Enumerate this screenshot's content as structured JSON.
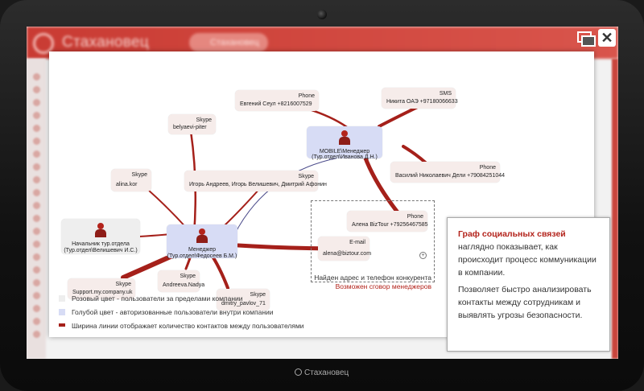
{
  "app": {
    "logo_text": "Стахановец",
    "pill_text": "Стахановец",
    "brand_footer": "Стахановец"
  },
  "window": {
    "close_label": "✕"
  },
  "nodes": {
    "phone_evgeny": {
      "type": "Phone",
      "value": "Евгений Сеул +8216007529"
    },
    "sms_nikita": {
      "type": "SMS",
      "value": "Никита ОАЭ +97180066633"
    },
    "skype_belyaev": {
      "type": "Skype",
      "value": "belyaevi-piter"
    },
    "mobile_manager": {
      "line1": "MOBILE\\Менеджер",
      "line2": "(Тур.отдел\\Иванова Д.Н.)"
    },
    "phone_vasily": {
      "type": "Phone",
      "value": "Василий Николаевич Дели +79084251044"
    },
    "skype_alina": {
      "type": "Skype",
      "value": "alina.kor"
    },
    "skype_igor": {
      "type": "Skype",
      "value": "Игорь Андреев, Игорь Велишевич, Дмитрий Афонин"
    },
    "phone_alena": {
      "type": "Phone",
      "value": "Алена BizTour +79256467585"
    },
    "chief": {
      "line1": "Начальник тур.отдела",
      "line2": "(Тур.отдел\\Велишевич И.С.)"
    },
    "manager": {
      "line1": "Менеджер",
      "line2": "(Тур.отдел\\Федосеев Б.М.)"
    },
    "email_alena": {
      "type": "E-mail",
      "value": "alena@biztour.com"
    },
    "skype_support": {
      "type": "Skype",
      "value": "Support.my.company.uk"
    },
    "skype_andreeva": {
      "type": "Skype",
      "value": "Andreeva.Nadya"
    },
    "skype_dmitry": {
      "type": "Skype",
      "value": "dmitry_pavlov_71"
    }
  },
  "annotation": {
    "line1": "Найден адрес и телефон конкурента",
    "line2": "Возможен сговор менеджеров"
  },
  "legend": [
    {
      "color": "#eeeeee",
      "text": "Розовый цвет - пользователи за пределами компании"
    },
    {
      "color": "#d7dcf5",
      "text": "Голубой цвет - авторизованные пользователи внутри компании"
    },
    {
      "color": "#a5201a",
      "text": "Ширина линии отображает количество контактов между пользователями"
    }
  ],
  "info": {
    "p1_highlight": "Граф социальных связей",
    "p1_rest": " наглядно показывает, как происходит процесс коммуникации в компании.",
    "p2": "Позволяет быстро анализировать контакты между сотрудникам и выявлять угрозы безопасности."
  },
  "colors": {
    "accent": "#b3231b",
    "edge_thick": "#a5201a",
    "edge_thin": "#4a4a8a"
  }
}
